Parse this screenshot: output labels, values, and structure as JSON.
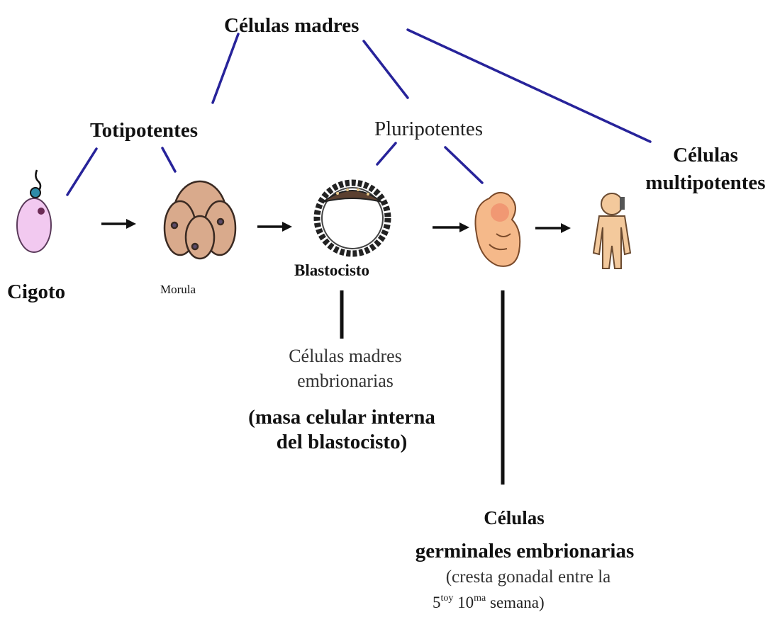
{
  "title": "Células madres",
  "categories": {
    "totipotentes": "Totipotentes",
    "pluripotentes": "Pluripotentes",
    "multipotentes_line1": "Células",
    "multipotentes_line2": "multipotentes"
  },
  "stages": {
    "cigoto": "Cigoto",
    "morula": "Morula",
    "blastocisto": "Blastocisto"
  },
  "embryonic": {
    "line1": "Células madres",
    "line2": "embrionarias",
    "note_line1": "(masa celular interna",
    "note_line2": "del blastocisto)"
  },
  "germinal": {
    "line1": "Células",
    "line2": "germinales embrionarias",
    "note_line1": "(cresta gonadal entre la",
    "week_a": "5",
    "week_a_sup": "to",
    "week_y": "y",
    "week_b": "10",
    "week_b_sup": "ma",
    "week_tail": "semana)"
  },
  "colors": {
    "line_blue": "#27239a",
    "arrow": "#111111",
    "zygote_fill": "#f2c9f0",
    "morula_fill": "#d9aa8c",
    "skin": "#f3c99c",
    "embryo_fill": "#f5b98a"
  }
}
